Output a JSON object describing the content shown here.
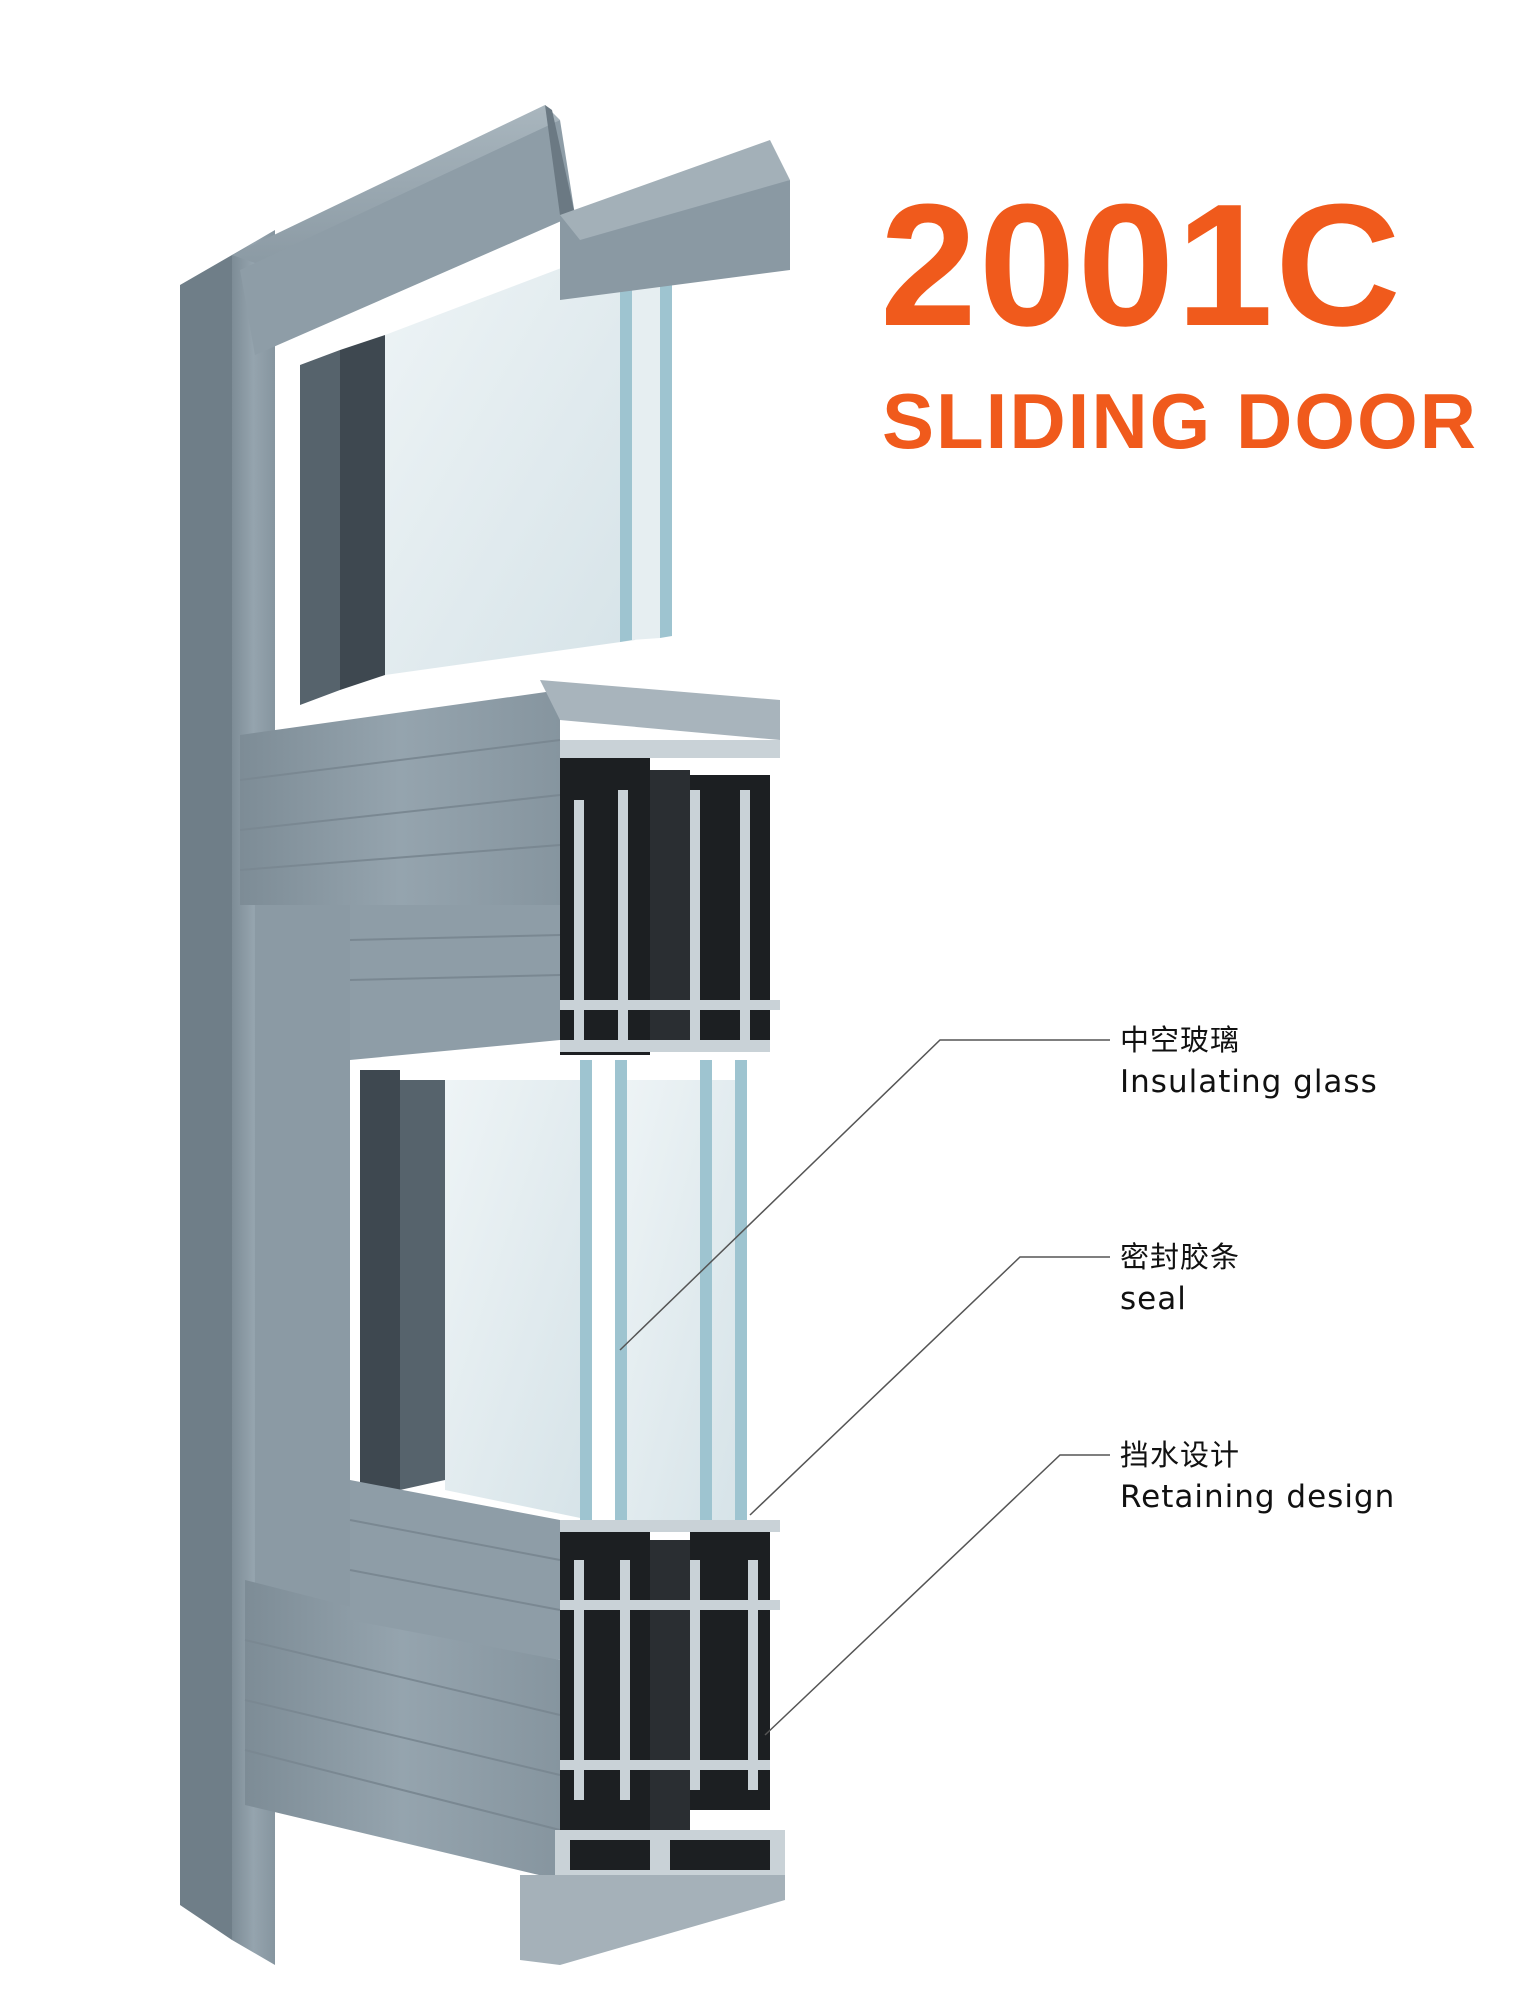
{
  "title": {
    "model": "2001C",
    "product": "SLIDING DOOR"
  },
  "callouts": [
    {
      "zh": "中空玻璃",
      "en": "Insulating glass"
    },
    {
      "zh": "密封胶条",
      "en": "seal"
    },
    {
      "zh": "挡水设计",
      "en": "Retaining design"
    }
  ],
  "colors": {
    "accent": "#f05a1c",
    "profile_face": "#8f9ea8",
    "profile_dark": "#5d6a73",
    "cross_section": "#1c1f22",
    "glass": "#dde8ec",
    "glass_edge": "#9ec4d0",
    "leader_line": "#555555"
  }
}
